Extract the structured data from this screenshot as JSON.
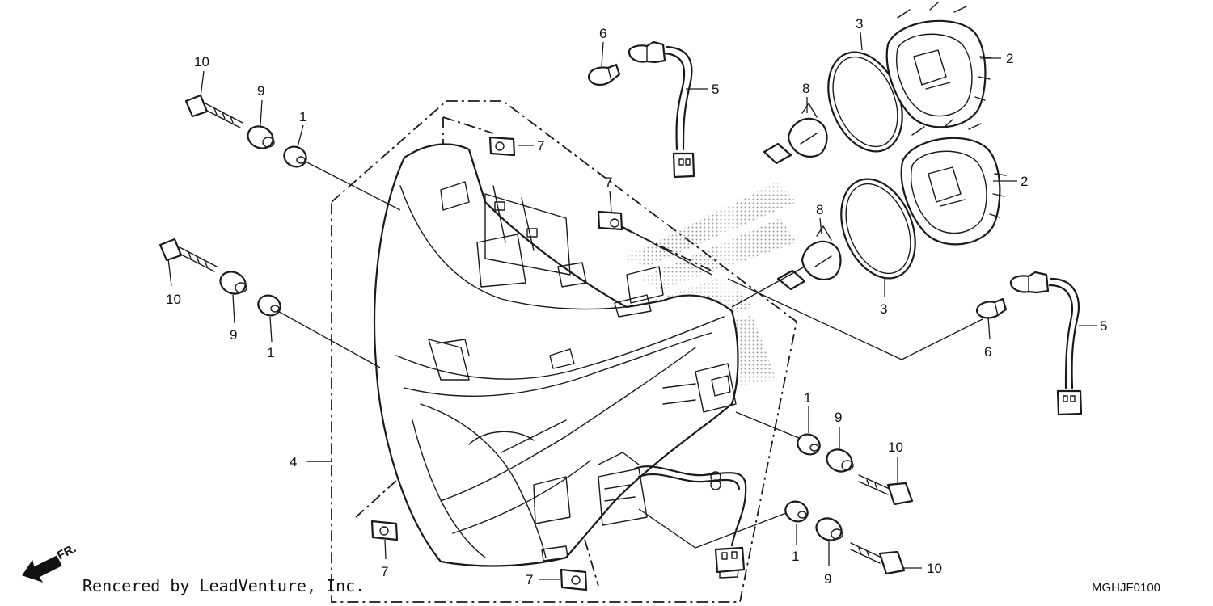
{
  "diagram": {
    "credit": "Rencered by LeadVenture, Inc.",
    "diagram_code": "MGHJF0100",
    "front_marker": "FR.",
    "callouts": [
      {
        "id": "c10a",
        "label": "10"
      },
      {
        "id": "c9a",
        "label": "9"
      },
      {
        "id": "c1a",
        "label": "1"
      },
      {
        "id": "c10b",
        "label": "10"
      },
      {
        "id": "c9b",
        "label": "9"
      },
      {
        "id": "c1b",
        "label": "1"
      },
      {
        "id": "c6a",
        "label": "6"
      },
      {
        "id": "c5a",
        "label": "5"
      },
      {
        "id": "c7a",
        "label": "7"
      },
      {
        "id": "c7b",
        "label": "7"
      },
      {
        "id": "c3a",
        "label": "3"
      },
      {
        "id": "c2a",
        "label": "2"
      },
      {
        "id": "c8a",
        "label": "8"
      },
      {
        "id": "c2b",
        "label": "2"
      },
      {
        "id": "c8b",
        "label": "8"
      },
      {
        "id": "c3b",
        "label": "3"
      },
      {
        "id": "c5b",
        "label": "5"
      },
      {
        "id": "c6b",
        "label": "6"
      },
      {
        "id": "c4",
        "label": "4"
      },
      {
        "id": "c1c",
        "label": "1"
      },
      {
        "id": "c9c",
        "label": "9"
      },
      {
        "id": "c10c",
        "label": "10"
      },
      {
        "id": "c1d",
        "label": "1"
      },
      {
        "id": "c9d",
        "label": "9"
      },
      {
        "id": "c10d",
        "label": "10"
      },
      {
        "id": "c7c",
        "label": "7"
      },
      {
        "id": "c7d",
        "label": "7"
      }
    ]
  }
}
